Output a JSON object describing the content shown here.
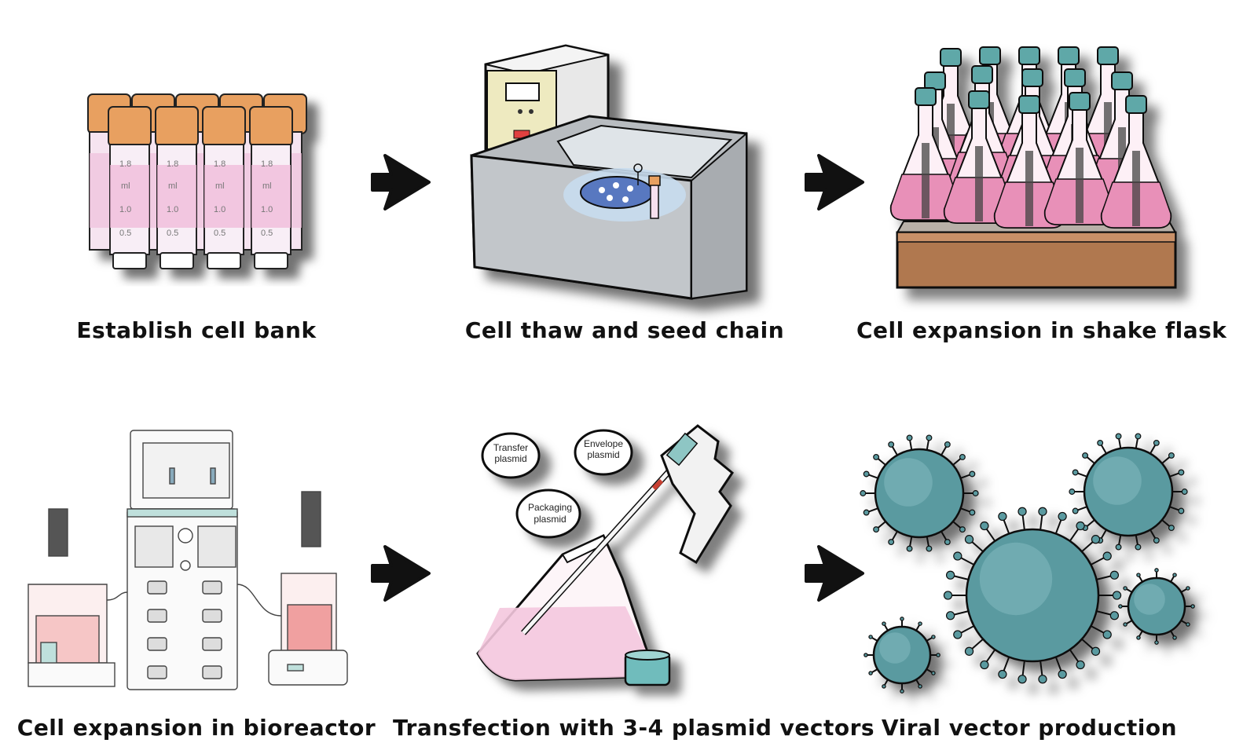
{
  "steps": [
    {
      "label": "Establish cell bank",
      "icon": "cryovials-icon"
    },
    {
      "label": "Cell thaw and seed chain",
      "icon": "water-bath-icon"
    },
    {
      "label": "Cell expansion in shake flask",
      "icon": "shake-flasks-icon"
    },
    {
      "label": "Cell expansion in bioreactor",
      "icon": "bioreactor-icon"
    },
    {
      "label": "Transfection with 3-4 plasmid vectors",
      "icon": "pipette-flask-icon"
    },
    {
      "label": "Viral vector production",
      "icon": "virus-particles-icon"
    }
  ],
  "vial_marks": [
    "1.8",
    "ml",
    "1.0",
    "0.5"
  ],
  "plasmids": {
    "transfer": [
      "Transfer",
      "plasmid"
    ],
    "envelope": [
      "Envelope",
      "plasmid"
    ],
    "packaging": [
      "Packaging",
      "plasmid"
    ]
  },
  "colors": {
    "cap_orange": "#e8a060",
    "media_pink": "#f0a8c8",
    "metal_gray": "#b8bcc0",
    "virus_teal": "#5a9aa0",
    "wood_brown": "#b07850"
  }
}
